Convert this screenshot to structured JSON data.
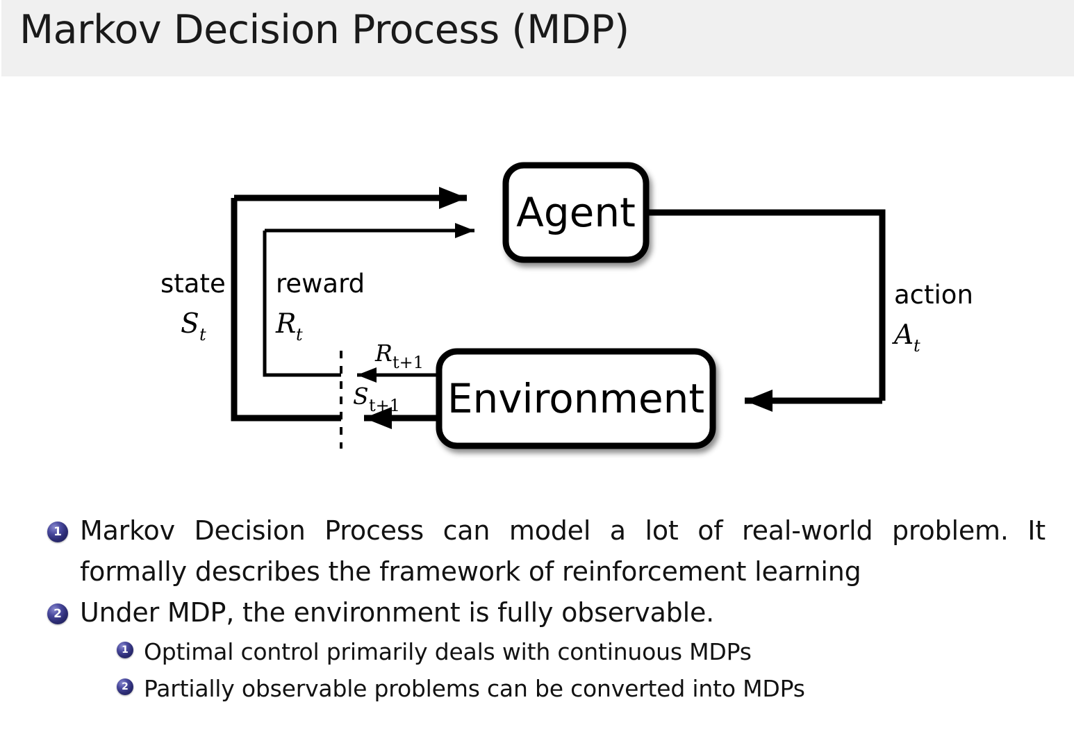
{
  "slide": {
    "title": "Markov Decision Process (MDP)",
    "header_bg": "#f0f0f0",
    "text_color": "#121212",
    "bullet_badge_color": "#2b2b72"
  },
  "diagram": {
    "name": "agent-environment-interaction-loop",
    "nodes": [
      {
        "id": "agent",
        "label": "Agent"
      },
      {
        "id": "environment",
        "label": "Environment"
      }
    ],
    "edge_labels": {
      "state_word": "state",
      "state_symbol": "S",
      "state_subscript": "t",
      "reward_word": "reward",
      "reward_symbol": "R",
      "reward_subscript": "t",
      "action_word": "action",
      "action_symbol": "A",
      "action_subscript": "t",
      "reward_next_symbol": "R",
      "reward_next_subscript": "t+1",
      "state_next_symbol": "S",
      "state_next_subscript": "t+1"
    }
  },
  "bullets": [
    {
      "number": "1",
      "text": "Markov Decision Process can model a lot of real-world problem. It formally describes the framework of reinforcement learning"
    },
    {
      "number": "2",
      "text": "Under MDP, the environment is fully observable.",
      "children": [
        {
          "number": "1",
          "text": "Optimal control primarily deals with continuous MDPs"
        },
        {
          "number": "2",
          "text": "Partially observable problems can be converted into MDPs"
        }
      ]
    }
  ]
}
